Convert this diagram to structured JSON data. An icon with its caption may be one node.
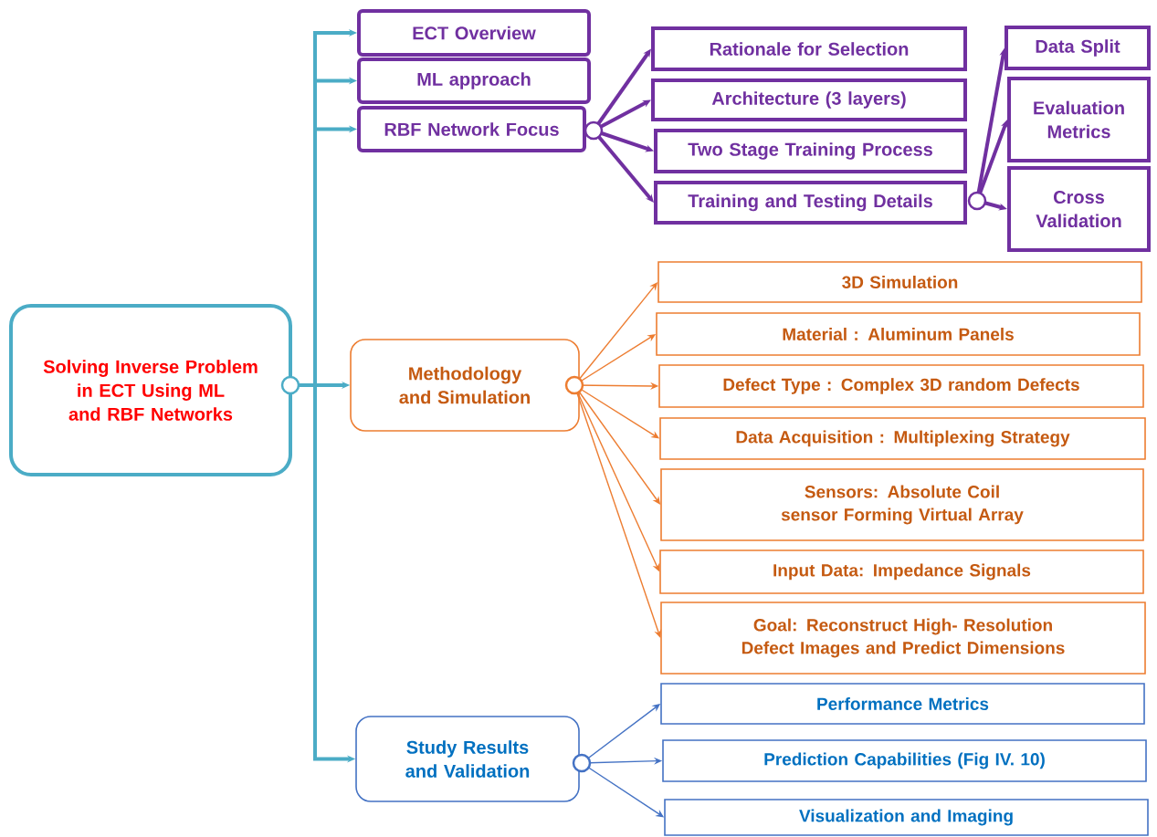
{
  "diagram": {
    "nodes": [
      {
        "text": [
          "Solving Inverse Problem in ECT Using ML and RBF Networks"
        ]
      },
      {
        "text": [
          "ECT Overview"
        ]
      },
      {
        "text": [
          "ML approach"
        ]
      },
      {
        "text": [
          "RBF Network Focus"
        ]
      },
      {
        "text": [
          "Rationale for Selection"
        ]
      },
      {
        "text": [
          "Architecture (3 layers)"
        ]
      },
      {
        "text": [
          "Two Stage Training Process"
        ]
      },
      {
        "text": [
          "Training and Testing Details"
        ]
      },
      {
        "text": [
          "Data Split"
        ]
      },
      {
        "text": [
          "Evaluation Metrics"
        ]
      },
      {
        "text": [
          "Cross Validation"
        ]
      },
      {
        "text": [
          "Methodology and Simulation"
        ]
      },
      {
        "text": [
          "3D Simulation"
        ]
      },
      {
        "text": [
          "Material : Aluminum Panels"
        ]
      },
      {
        "text": [
          "Defect Type : Complex 3D random Defects"
        ]
      },
      {
        "text": [
          "Data Acquisition : Multiplexing Strategy"
        ]
      },
      {
        "text": [
          "Sensors: Absolute Coil sensor Forming Virtual Array"
        ]
      },
      {
        "text": [
          "Input Data: Impedance Signals"
        ]
      },
      {
        "text": [
          "Goal: Reconstruct High- Resolution Defect Images and Predict Dimensions"
        ]
      },
      {
        "text": [
          "Study Results and Validation"
        ]
      },
      {
        "text": [
          "Performance Metrics"
        ]
      },
      {
        "text": [
          "Prediction Capabilities (Fig IV. 10)"
        ]
      },
      {
        "text": [
          "Visualization and Imaging"
        ]
      }
    ],
    "edges": [
      {
        "from": 0,
        "to": 1,
        "arrow": "to",
        "color": "#4bacc6"
      },
      {
        "from": 0,
        "to": 2,
        "arrow": "to",
        "color": "#4bacc6"
      },
      {
        "from": 0,
        "to": 3,
        "arrow": "to",
        "color": "#4bacc6"
      },
      {
        "from": 0,
        "to": 11,
        "arrow": "to",
        "color": "#4bacc6"
      },
      {
        "from": 0,
        "to": 19,
        "arrow": "to",
        "color": "#4bacc6"
      },
      {
        "from": 3,
        "to": 4,
        "arrow": "to",
        "color": "#7030a0"
      },
      {
        "from": 3,
        "to": 5,
        "arrow": "to",
        "color": "#7030a0"
      },
      {
        "from": 3,
        "to": 6,
        "arrow": "to",
        "color": "#7030a0"
      },
      {
        "from": 3,
        "to": 7,
        "arrow": "to",
        "color": "#7030a0"
      },
      {
        "from": 7,
        "to": 8,
        "arrow": "to",
        "color": "#7030a0"
      },
      {
        "from": 7,
        "to": 9,
        "arrow": "to",
        "color": "#7030a0"
      },
      {
        "from": 7,
        "to": 10,
        "arrow": "to",
        "color": "#7030a0"
      },
      {
        "from": 11,
        "to": 12,
        "arrow": "to",
        "color": "#ed7d31"
      },
      {
        "from": 11,
        "to": 13,
        "arrow": "to",
        "color": "#ed7d31"
      },
      {
        "from": 11,
        "to": 14,
        "arrow": "to",
        "color": "#ed7d31"
      },
      {
        "from": 11,
        "to": 15,
        "arrow": "to",
        "color": "#ed7d31"
      },
      {
        "from": 11,
        "to": 16,
        "arrow": "to",
        "color": "#ed7d31"
      },
      {
        "from": 11,
        "to": 17,
        "arrow": "to",
        "color": "#ed7d31"
      },
      {
        "from": 11,
        "to": 18,
        "arrow": "to",
        "color": "#ed7d31"
      },
      {
        "from": 19,
        "to": 20,
        "arrow": "to",
        "color": "#4472c4"
      },
      {
        "from": 19,
        "to": 21,
        "arrow": "to",
        "color": "#4472c4"
      },
      {
        "from": 19,
        "to": 22,
        "arrow": "to",
        "color": "#4472c4"
      }
    ]
  }
}
